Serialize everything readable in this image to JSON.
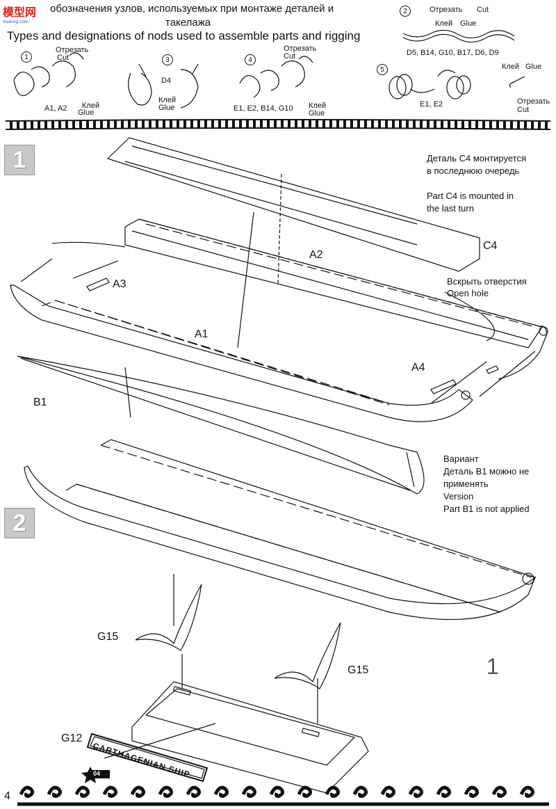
{
  "header": {
    "logo_text": "模型网",
    "logo_sub": "moxing.com",
    "title_ru_line1": "обозначения узлов, используемых при монтаже деталей и",
    "title_ru_line2": "такелажа",
    "title_en": "Types and designations of nods used to assemble parts and rigging"
  },
  "knots": {
    "k1": {
      "num": "1",
      "cut_ru": "Отрезать",
      "cut_en": "Cut",
      "glue_ru": "Клей",
      "glue_en": "Glue",
      "parts": "A1, A2"
    },
    "k2": {
      "num": "2",
      "cut_ru": "Отрезать",
      "cut_en": "Cut",
      "glue_ru": "Клей",
      "glue_en": "Glue",
      "parts": "D5, B14, G10, B17, D6, D9"
    },
    "k3": {
      "num": "3",
      "part": "D4",
      "glue_ru": "Клей",
      "glue_en": "Glue"
    },
    "k4": {
      "num": "4",
      "cut_ru": "Отрезать",
      "cut_en": "Cut",
      "glue_ru": "Клей",
      "glue_en": "Glue",
      "parts": "E1, E2, B14, G10"
    },
    "k5": {
      "num": "5",
      "parts": "E1, E2",
      "glue_ru": "Клей",
      "glue_en": "Glue",
      "cut_ru": "Отрезать",
      "cut_en": "Cut"
    }
  },
  "step1": {
    "number": "1",
    "note_ru_1": "Деталь C4 монтируется",
    "note_ru_2": "в последнюю очередь",
    "note_en_1": "Part C4 is mounted in",
    "note_en_2": "the last turn",
    "open_ru": "Вскрыть отверстия",
    "open_en": "Open hole",
    "labels": {
      "c4": "C4",
      "a2": "A2",
      "a3": "A3",
      "a1": "A1",
      "a4": "A4",
      "b1": "B1"
    },
    "variant_ru_1": "Вариант",
    "variant_ru_2": "Деталь B1  можно не",
    "variant_ru_3": "применять",
    "variant_en_1": "Version",
    "variant_en_2": "Part B1 is not applied"
  },
  "step2": {
    "number": "2",
    "labels": {
      "g15a": "G15",
      "g15b": "G15",
      "g12": "G12"
    },
    "plaque": "CARTHAGENIAN SHIP",
    "badge": "04",
    "ref": "1"
  },
  "footer": {
    "page_number": "4"
  }
}
